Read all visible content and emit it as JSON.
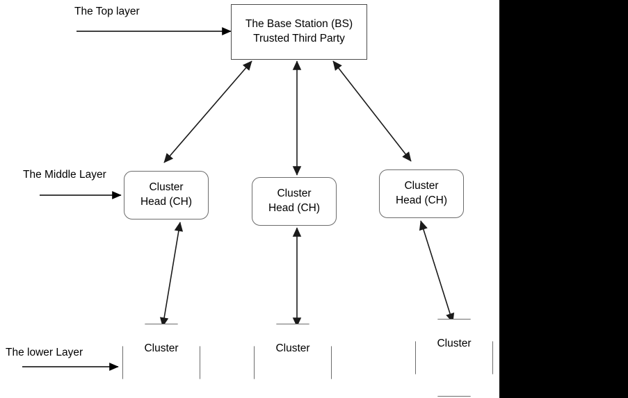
{
  "diagram": {
    "title_nodes": {
      "base_station": {
        "line1": "The Base Station (BS)",
        "line2": "Trusted Third Party"
      }
    },
    "layer_labels": {
      "top": "The Top layer",
      "middle": "The Middle Layer",
      "lower": "The lower Layer"
    },
    "cluster_heads": [
      {
        "line1": "Cluster",
        "line2": "Head (CH)"
      },
      {
        "line1": "Cluster",
        "line2": "Head (CH)"
      },
      {
        "line1": "Cluster",
        "line2": "Head (CH)"
      }
    ],
    "clusters": [
      {
        "label": "Cluster"
      },
      {
        "label": "Cluster"
      },
      {
        "label": "Cluster"
      }
    ],
    "colors": {
      "background": "#ffffff",
      "stroke": "#1a1a1a",
      "node_border": "#6b6b6b",
      "bs_border": "#4a4a4a",
      "text": "#000000",
      "panel": "#000000"
    }
  }
}
